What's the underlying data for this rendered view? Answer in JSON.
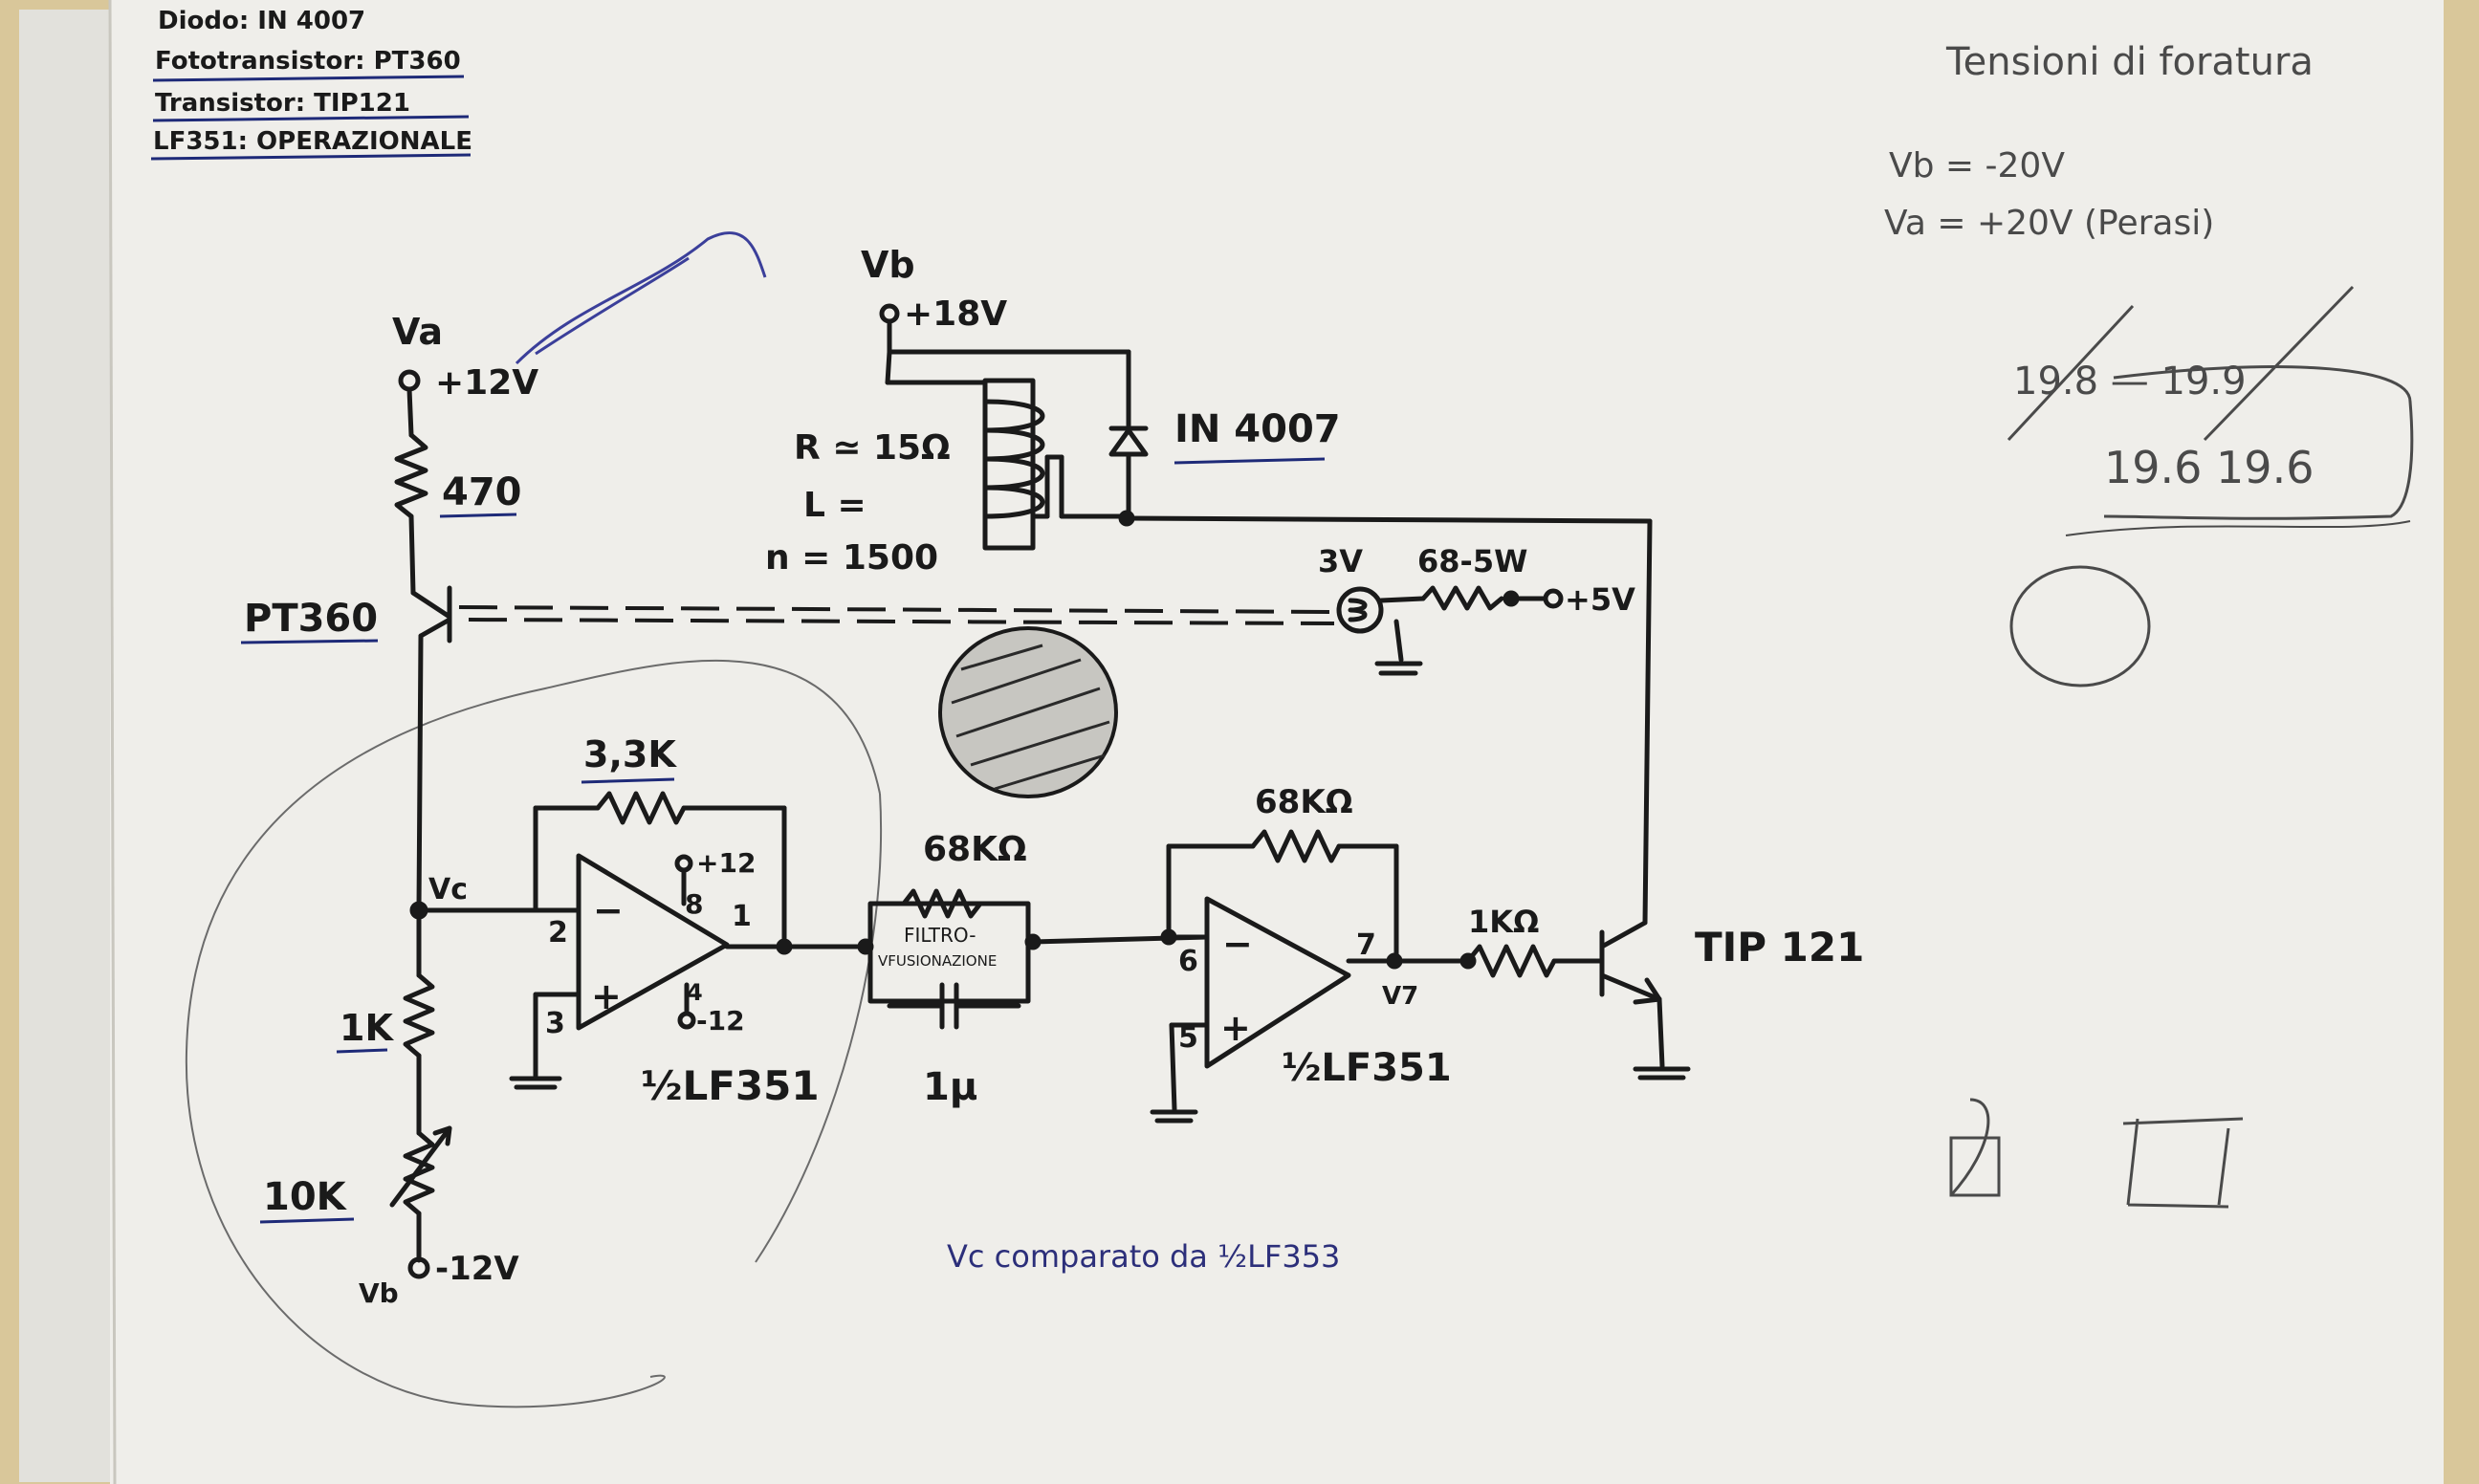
{
  "legend": {
    "line1": "Diodo: IN 4007",
    "line2": "Fototransistor: PT360",
    "line3": "Transistor: TIP121",
    "line4": "LF351: OPERAZIONALE"
  },
  "supply": {
    "va_name": "Va",
    "va_value": "+12V",
    "vb_name": "Vb",
    "vb_value": "+18V",
    "vneg_name": "Vb",
    "vneg_value": "-12V",
    "lamp_supply": "+5V"
  },
  "components": {
    "r470": "470",
    "pt360": "PT360",
    "relay_r": "R ≃ 15Ω",
    "relay_l": "L =",
    "relay_n": "n = 1500",
    "diode": "IN 4007",
    "lamp_v": "3V",
    "lamp_r": "68-5W",
    "r_feedback1": "3,3K",
    "opamp1_pin_plus": "+12",
    "opamp1_pin_minus": "-12",
    "opamp1_label": "½LF351",
    "r_filter": "68KΩ",
    "filter_box": "FILTRO-",
    "filter_box2": "VFUSIONAZIONE",
    "cap": "1μ",
    "r_feedback2": "68KΩ",
    "opamp2_label": "½LF351",
    "r1k_out": "1KΩ",
    "tip121": "TIP 121",
    "r1k": "1K",
    "r10k": "10K",
    "vc": "Vc",
    "v7": "V7"
  },
  "pins": {
    "op1_inv": "2",
    "op1_noninv": "3",
    "op1_out": "1",
    "op1_vplus": "8",
    "op1_vminus": "4",
    "op2_inv": "6",
    "op2_noninv": "5",
    "op2_out": "7",
    "minus": "−",
    "plus": "+"
  },
  "notes": {
    "blue_note": "Vc comparato da ½LF353",
    "pencil_title": "Tensioni di foratura",
    "pencil_line1": "Vb = -20V",
    "pencil_line2": "Va = +20V (Perasi)",
    "pencil_box": "19.6   19.6",
    "pencil_struck": "19.8 — 19.9"
  },
  "colors": {
    "paper": "#efeeea",
    "ink": "#1a1a1a",
    "blue_ink": "#2c2f7a",
    "pencil": "#4a4a4a",
    "background": "#d9c79a"
  }
}
